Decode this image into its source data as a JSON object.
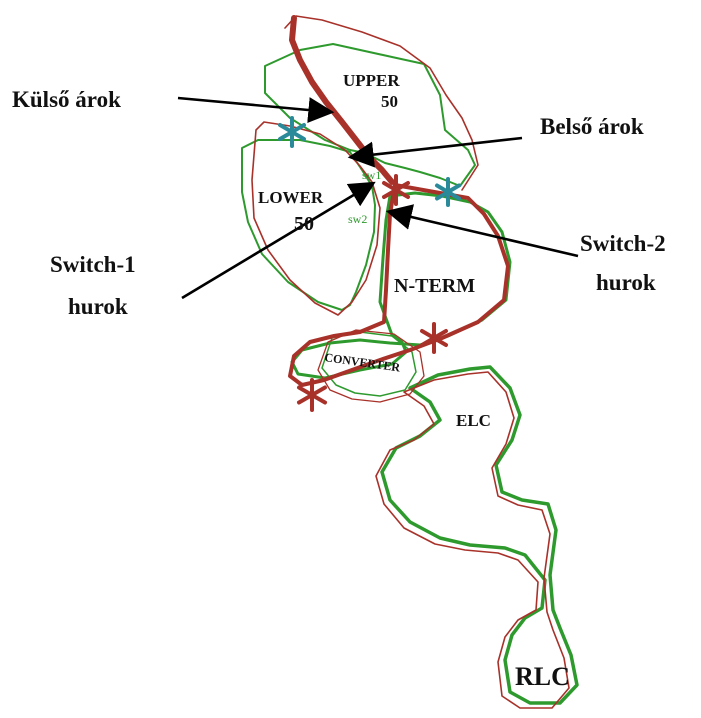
{
  "annotations": {
    "kulso_arok": "Külső árok",
    "belso_arok": "Belső árok",
    "switch1_line1": "Switch-1",
    "switch1_line2": "hurok",
    "switch2_line1": "Switch-2",
    "switch2_line2": "hurok"
  },
  "domains": {
    "upper_line1": "UPPER",
    "upper_line2": "50",
    "lower_line1": "LOWER",
    "lower_line2": "50",
    "sw1": "sw1",
    "sw2": "sw2",
    "n_term": "N-TERM",
    "converter": "CONVERTER",
    "elc": "ELC",
    "rlc": "RLC"
  },
  "colors": {
    "green_outline": "#2e9a2e",
    "red_outline": "#a8322a",
    "star_teal": "#2b8a9a",
    "star_red": "#a8322a"
  }
}
